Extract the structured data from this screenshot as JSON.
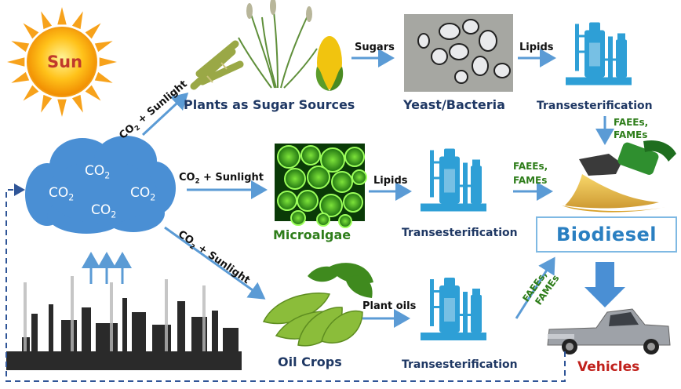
{
  "sun": {
    "label": "Sun"
  },
  "cloud": {
    "molecule": "CO",
    "subscript": "2"
  },
  "pathways": {
    "top_input": {
      "main": "CO",
      "sub": "2",
      "rest": " + Sunlight"
    },
    "middle_input": {
      "main": "CO",
      "sub": "2",
      "rest": " + Sunlight"
    },
    "bottom_input": {
      "main": "CO",
      "sub": "2",
      "rest": " + Sunlight"
    }
  },
  "nodes": {
    "plants": "Plants as Sugar Sources",
    "yeast": "Yeast/Bacteria",
    "microalgae": "Microalgae",
    "oil_crops": "Oil Crops",
    "trans_top": "Transesterification",
    "trans_mid": "Transesterification",
    "trans_bot": "Transesterification",
    "biodiesel": "Biodiesel",
    "vehicles": "Vehicles"
  },
  "flows": {
    "sugars": "Sugars",
    "lipids_top": "Lipids",
    "lipids_mid": "Lipids",
    "plant_oils": "Plant oils",
    "faees_top": "FAEEs,",
    "fames_top": "FAMEs",
    "faees_mid": "FAEEs,",
    "fames_mid": "FAMEs",
    "faees_bot": "FAEEs,",
    "fames_bot": "FAMEs"
  },
  "colors": {
    "arrow": "#5b9bd5",
    "cloud": "#4a8fd4",
    "plant_icon": "#2e9fd6",
    "navy_text": "#1f3864",
    "green_text": "#2e7d1a",
    "vehicle_text": "#c0201b"
  }
}
